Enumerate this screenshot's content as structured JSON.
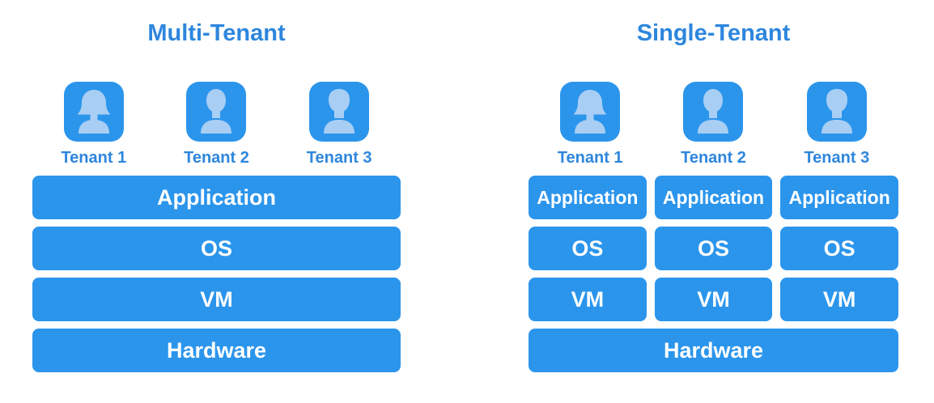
{
  "colors": {
    "bar_fill": "#2B95EC",
    "bar_text": "#FFFFFF",
    "heading_text": "#2E86DD",
    "avatar_background": "#2B95EC",
    "avatar_silhouette": "#A9CEF4",
    "page_background": "#FFFFFF"
  },
  "left_panel": {
    "title": "Multi-Tenant",
    "tenants": [
      {
        "label": "Tenant 1",
        "icon": "person-female-icon"
      },
      {
        "label": "Tenant 2",
        "icon": "person-male-icon"
      },
      {
        "label": "Tenant 3",
        "icon": "person-male-icon"
      }
    ],
    "layers": [
      "Application",
      "OS",
      "VM",
      "Hardware"
    ]
  },
  "right_panel": {
    "title": "Single-Tenant",
    "tenants": [
      {
        "label": "Tenant 1",
        "icon": "person-female-icon"
      },
      {
        "label": "Tenant 2",
        "icon": "person-male-icon"
      },
      {
        "label": "Tenant 3",
        "icon": "person-male-icon"
      }
    ],
    "per_tenant_layers": [
      "Application",
      "OS",
      "VM"
    ],
    "shared_layer": "Hardware"
  }
}
